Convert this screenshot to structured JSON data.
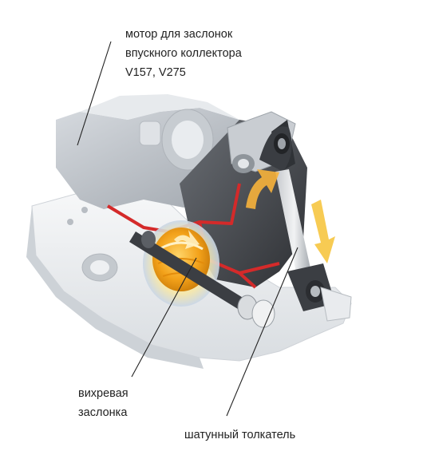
{
  "labels": {
    "motor": [
      "мотор для заслонок",
      "впускного коллектора",
      "V157, V275"
    ],
    "swirl_flap": [
      "вихревая",
      "заслонка"
    ],
    "connecting_rod": [
      "шатунный толкатель"
    ]
  },
  "colors": {
    "housing_light": "#e9ecef",
    "housing_mid": "#b9bec4",
    "housing_dark": "#4a4d52",
    "accent_red": "#d42a2a",
    "flap_orange": "#f3a21a",
    "arrow_orange": "#f7b23b",
    "leader_line": "#222222"
  }
}
